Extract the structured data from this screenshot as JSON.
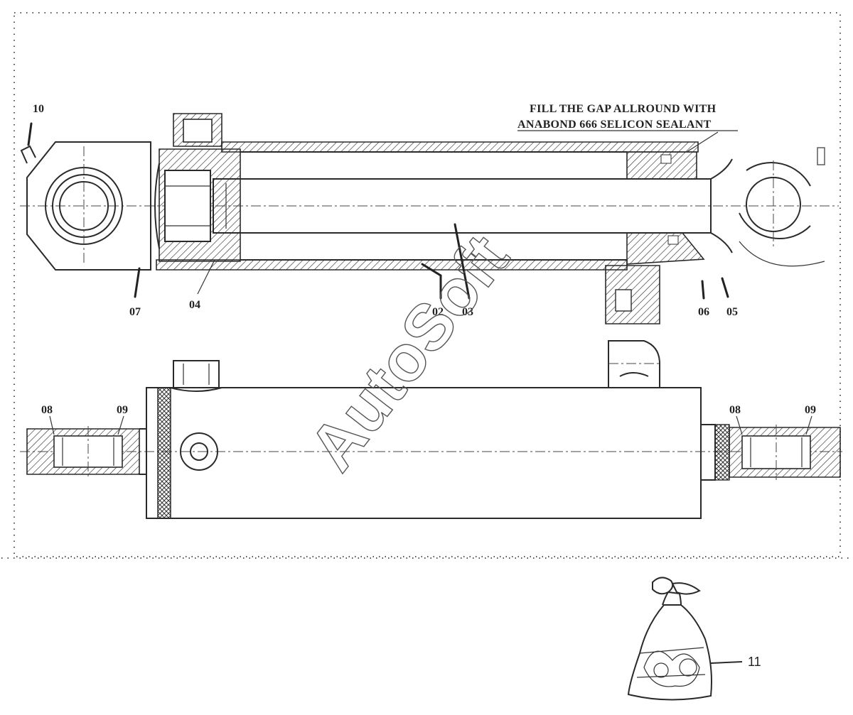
{
  "drawing": {
    "note_line1": "FILL THE GAP ALLROUND WITH",
    "note_line2": "ANABOND 666 SELICON SEALANT",
    "watermark": "AutoSoft",
    "labels": {
      "p10": "10",
      "p07": "07",
      "p04": "04",
      "p02": "02",
      "p03": "03",
      "p06": "06",
      "p05": "05",
      "p08_left": "08",
      "p09_left": "09",
      "p08_right": "08",
      "p09_right": "09",
      "p11": "11"
    }
  }
}
